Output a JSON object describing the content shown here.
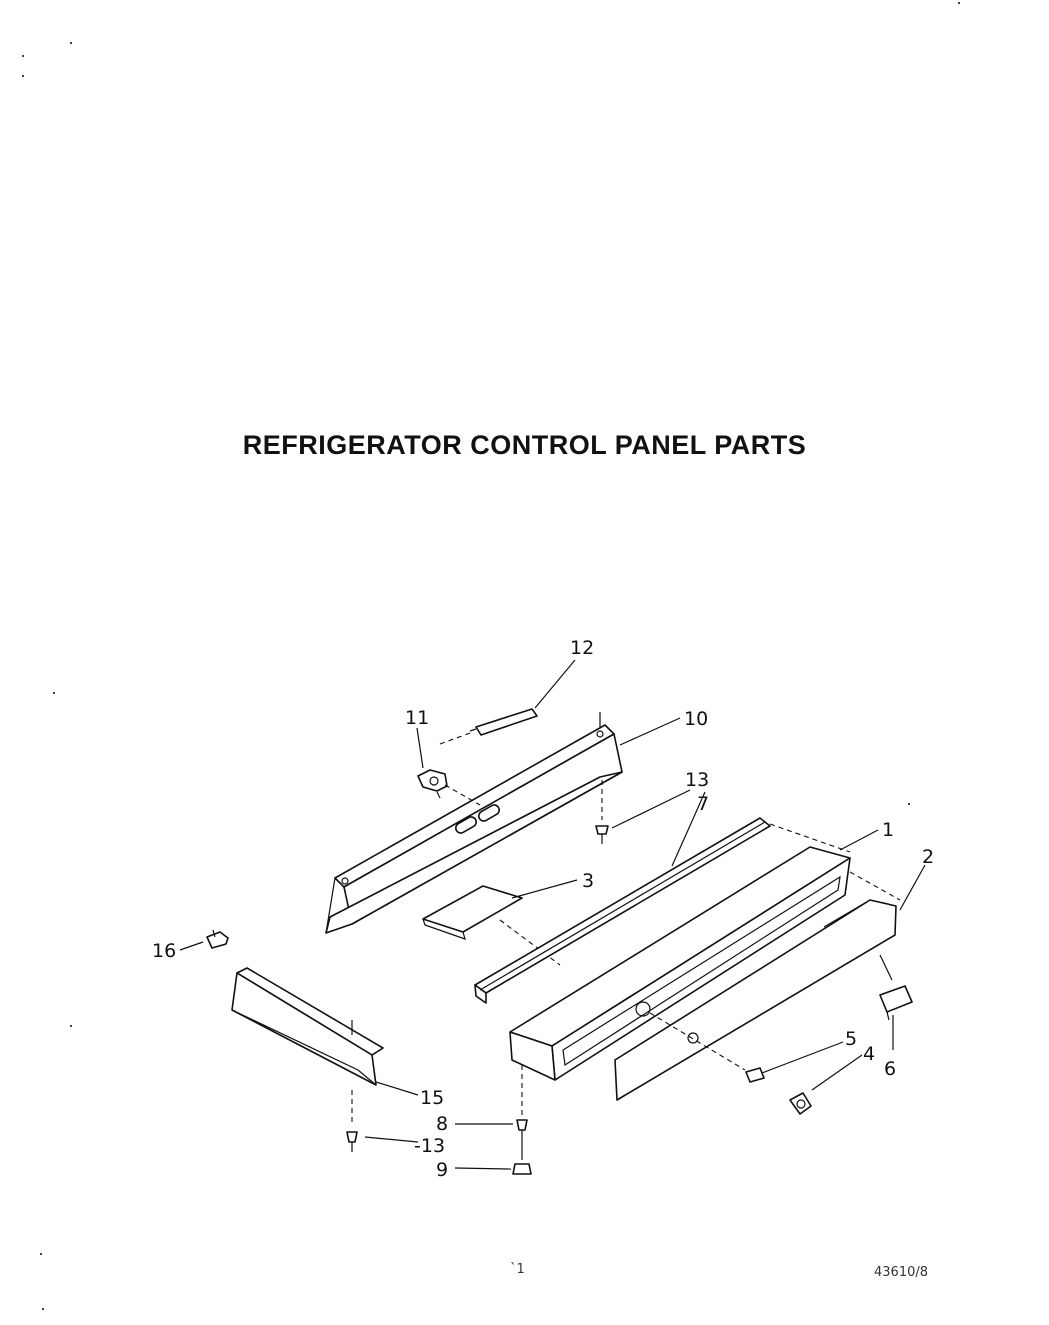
{
  "title": "REFRIGERATOR CONTROL PANEL PARTS",
  "callouts": {
    "c1": "1",
    "c2": "2",
    "c3": "3",
    "c4": "4",
    "c5": "5",
    "c6": "6",
    "c7": "7",
    "c8": "8",
    "c9": "9",
    "c10": "10",
    "c11": "11",
    "c12": "12",
    "c13a": "13",
    "c13b": "-13",
    "c15": "15",
    "c16": "16"
  },
  "footer": {
    "page": "`1",
    "document_number": "43610/8"
  }
}
